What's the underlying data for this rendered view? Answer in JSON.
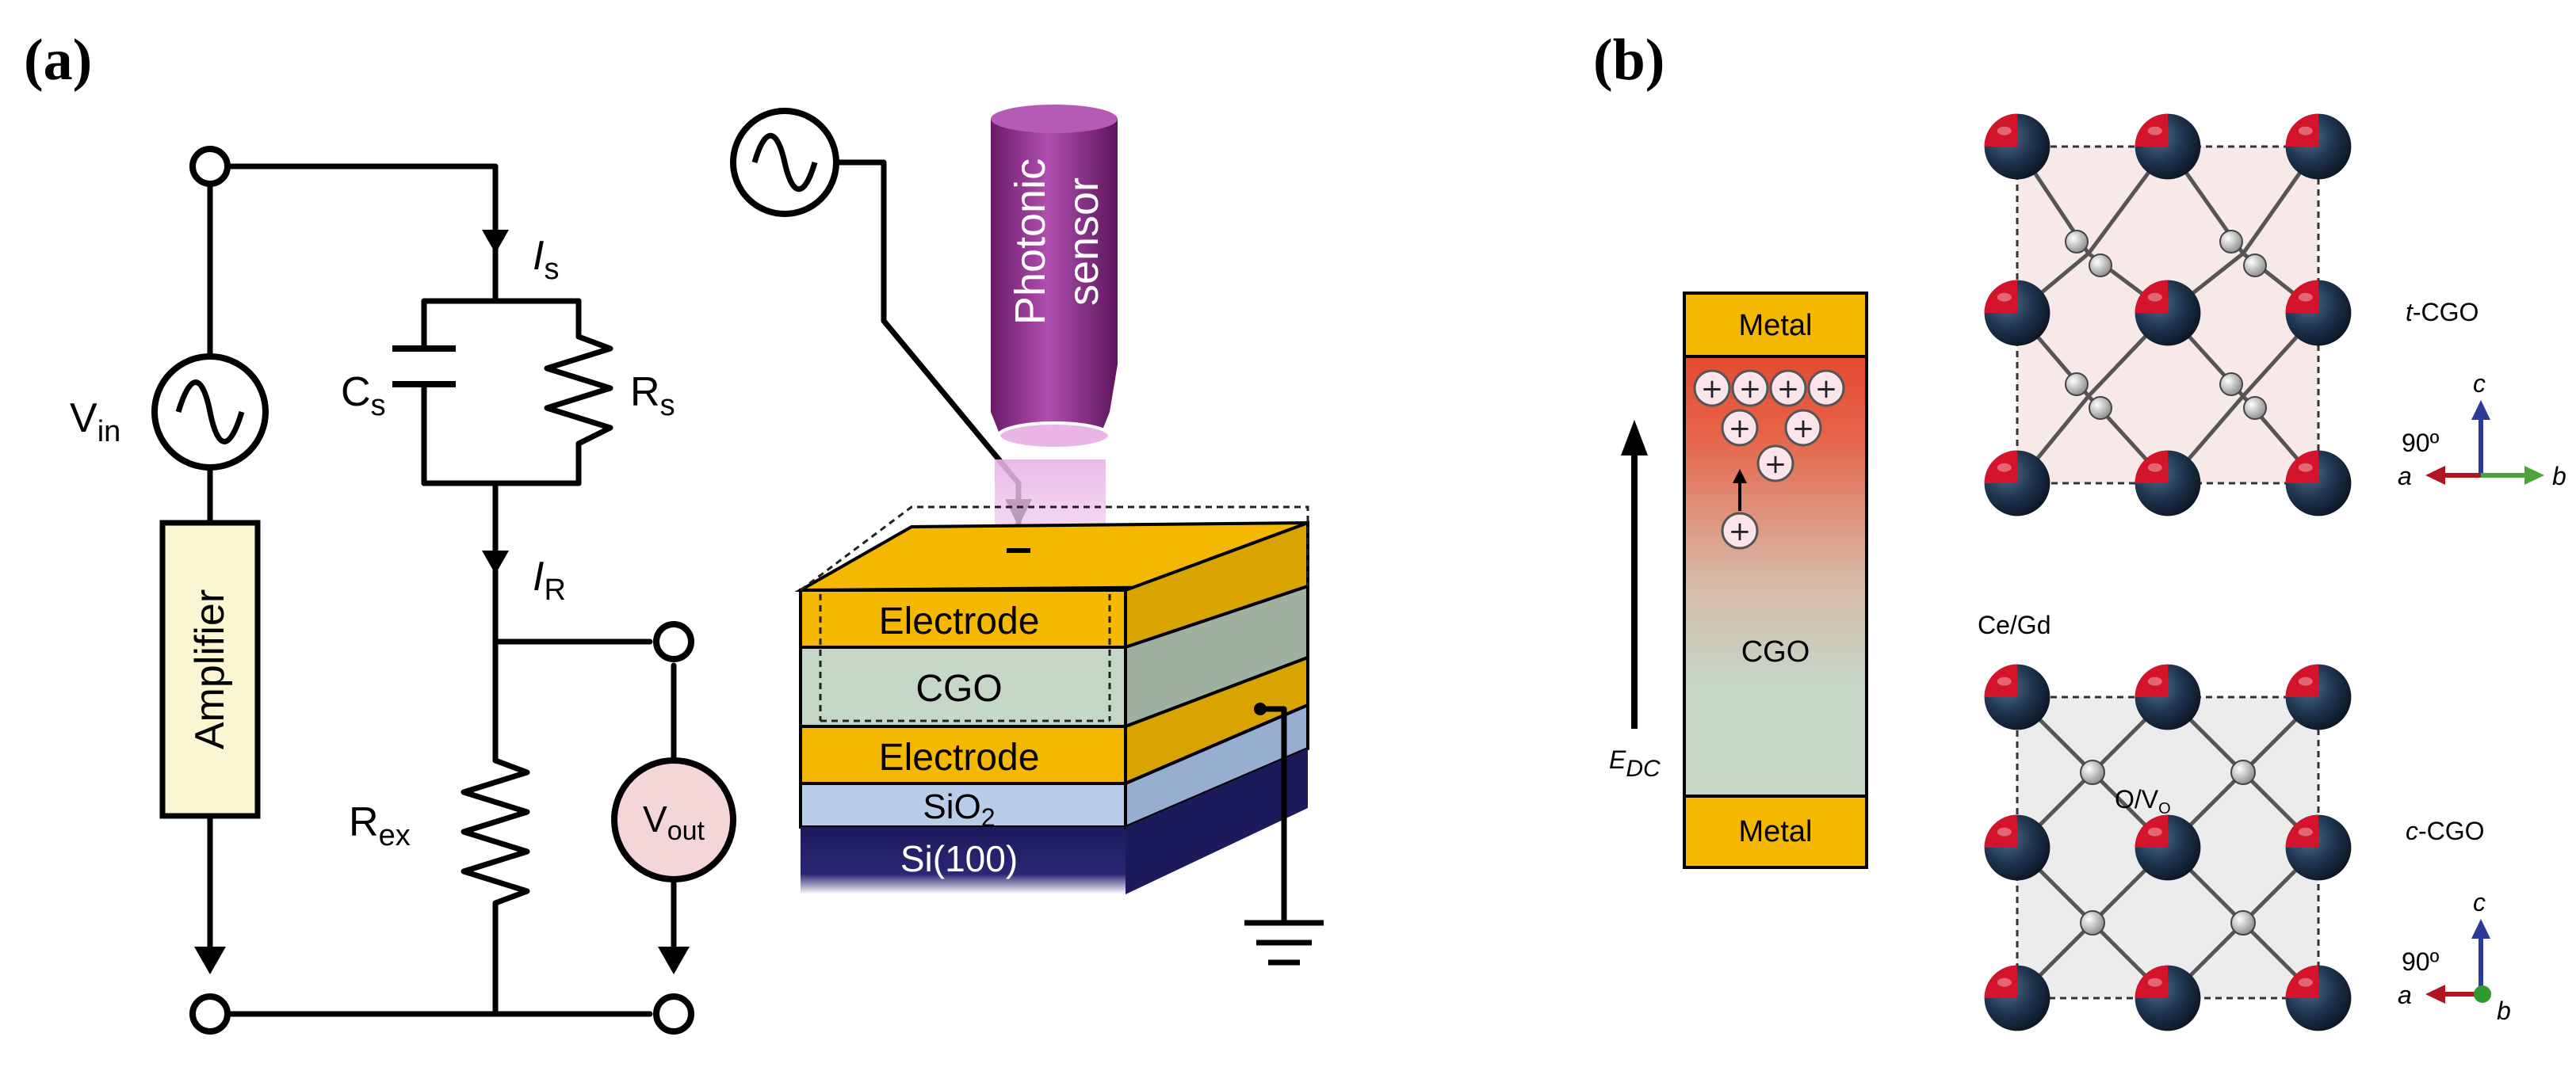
{
  "panel_a": {
    "label": "(a)",
    "circuit": {
      "vin": "V",
      "vin_sub": "in",
      "amplifier": "Amplifier",
      "is": "I",
      "is_sub": "s",
      "cs": "C",
      "cs_sub": "s",
      "rs": "R",
      "rs_sub": "s",
      "ir": "I",
      "ir_sub": "R",
      "rex": "R",
      "rex_sub": "ex",
      "vout": "V",
      "vout_sub": "out"
    },
    "device": {
      "sensor_line1": "Photonic",
      "sensor_line2": "sensor",
      "layers": [
        "Electrode",
        "CGO",
        "Electrode",
        "SiO",
        "Si(100)"
      ],
      "sio2_sub": "2"
    }
  },
  "panel_b": {
    "label": "(b)",
    "bar": {
      "top": "Metal",
      "middle": "CGO",
      "bottom": "Metal",
      "ion_symbol": "+"
    },
    "field_label": "E",
    "field_sub": "DC",
    "t_phase": {
      "prefix": "t",
      "suffix": "-CGO"
    },
    "c_phase": {
      "prefix": "c",
      "suffix": "-CGO"
    },
    "site_ce": "Ce/Gd",
    "site_o": "O/V",
    "site_o_sub": "O",
    "axes_t": {
      "c": "c",
      "a": "a",
      "b": "b",
      "angle": "90º"
    },
    "axes_c": {
      "c": "c",
      "a": "a",
      "b": "b",
      "angle": "90º"
    }
  },
  "colors": {
    "gold": "#f5b800",
    "cgo": "#c5d7c7",
    "sio2": "#b9cdea",
    "si": "#1d1a5c",
    "sensor": "#8e2d8c",
    "amplifier": "#fbf5d2",
    "vout_fill": "#f5d6d8",
    "atom_dark": "#1f3550",
    "atom_red": "#d4142a",
    "t_cell_bg": "#f6e9e8",
    "c_cell_bg": "#ececec"
  }
}
